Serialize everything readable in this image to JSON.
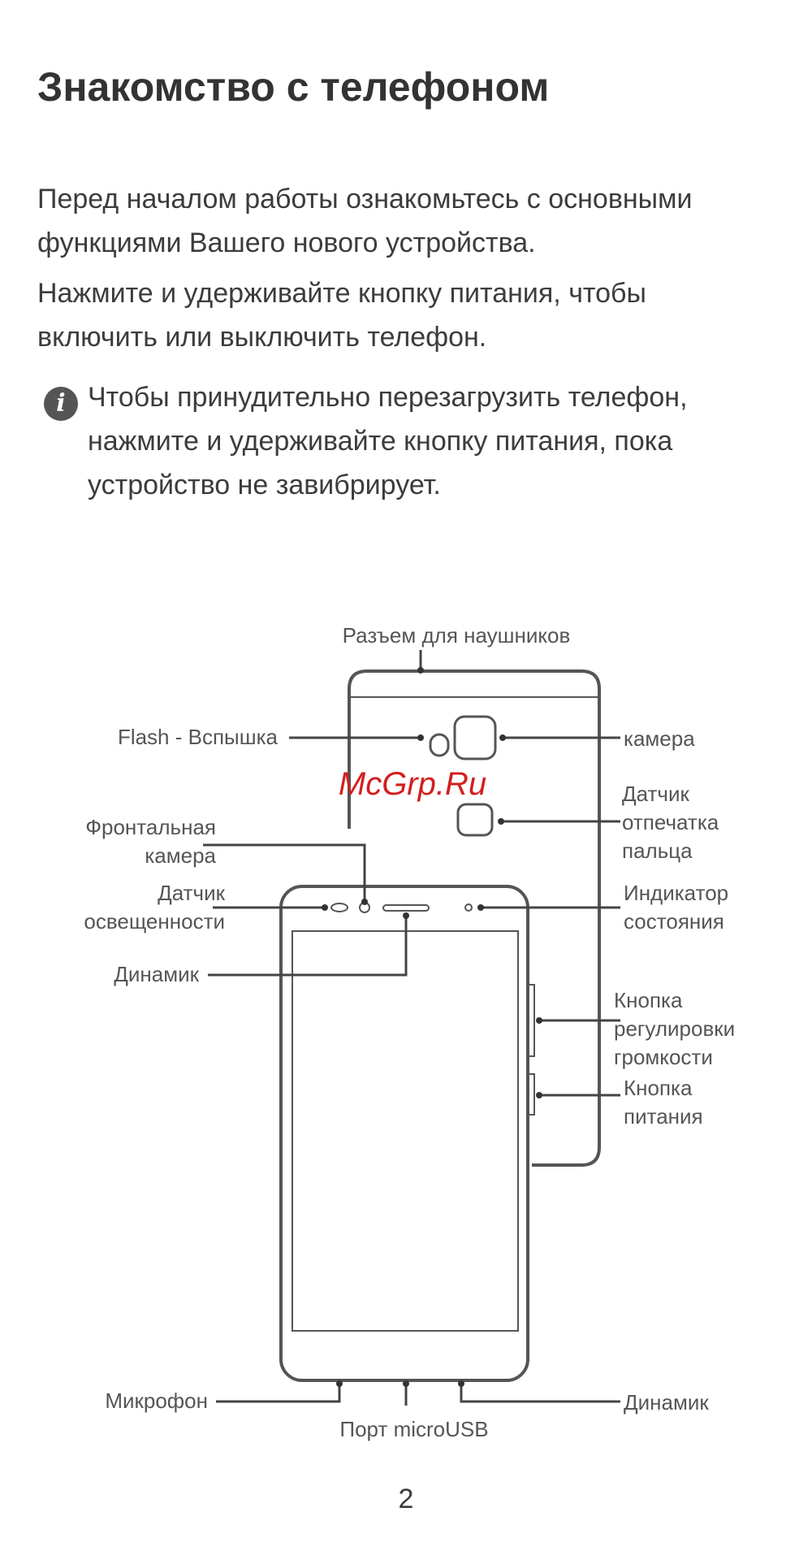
{
  "page": {
    "title": "Знакомство с телефоном",
    "paragraph1": "Перед началом работы ознакомьтесь с основными функциями Вашего нового устройства.",
    "paragraph2": "Нажмите и удерживайте кнопку питания, чтобы включить или выключить телефон.",
    "note_text": "Чтобы принудительно перезагрузить телефон, нажмите и удерживайте кнопку питания, пока устройство не завибрирует.",
    "note_icon": "info-icon",
    "page_number": "2"
  },
  "diagram": {
    "labels": {
      "headphone_jack": "Разъем для наушников",
      "flash": "Flash - Вспышка",
      "camera": "камера",
      "fingerprint_1": "Датчик",
      "fingerprint_2": "отпечатка",
      "fingerprint_3": "пальца",
      "front_camera_1": "Фронтальная",
      "front_camera_2": "камера",
      "light_sensor_1": "Датчик",
      "light_sensor_2": "освещенности",
      "status_indicator_1": "Индикатор",
      "status_indicator_2": "состояния",
      "earpiece": "Динамик",
      "volume_1": "Кнопка",
      "volume_2": "регулировки",
      "volume_3": "громкости",
      "power_1": "Кнопка",
      "power_2": "питания",
      "microphone": "Микрофон",
      "usb_port": "Порт microUSB",
      "speaker": "Динамик"
    },
    "watermark": "McGrp.Ru"
  }
}
